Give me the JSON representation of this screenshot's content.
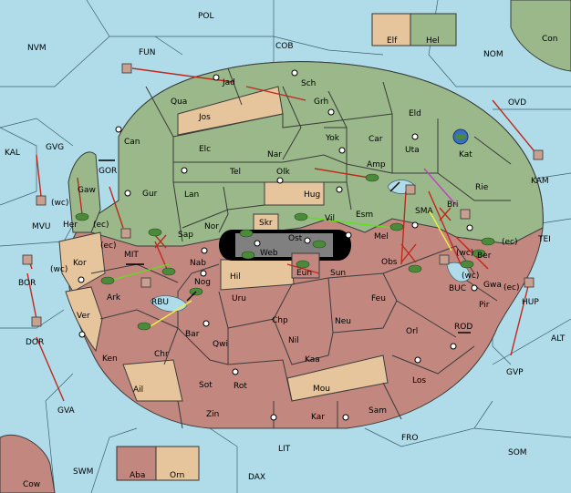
{
  "colors": {
    "sea": "#b0dcea",
    "land_green": "#9ab88a",
    "land_red": "#c2877f",
    "land_tan": "#e6c49c",
    "dark_inner": "#808080",
    "island_red": "#c2877f",
    "order_red": "#c0281c",
    "order_green": "#5ee01c",
    "order_yellow": "#f0f040",
    "order_purple": "#c040c0",
    "border": "#3b3b3b"
  },
  "legend_top": {
    "left": "Elf",
    "right": "Hel"
  },
  "legend_bottom": {
    "left": "Aba",
    "right": "Orn"
  },
  "seas": [
    "POL",
    "NVM",
    "FUN",
    "COB",
    "NOM",
    "Con",
    "KAL",
    "OVD",
    "GVG",
    "KAM",
    "MVU",
    "TEI",
    "BOR",
    "DOR",
    "ALT",
    "GVP",
    "GVA",
    "LIT",
    "FRO",
    "SOM",
    "SWM",
    "DAX",
    "Cow"
  ],
  "land_labels": [
    "Jad",
    "Sch",
    "Qua",
    "Jos",
    "Grh",
    "Eld",
    "Can",
    "Yok",
    "Car",
    "Uta",
    "Kat",
    "Elc",
    "Nar",
    "Amp",
    "Tel",
    "Olk",
    "Gaw",
    "Gur",
    "Lan",
    "Hug",
    "Rie",
    "Her",
    "Nor",
    "Skr",
    "Esm",
    "Vil",
    "Bri",
    "Sap",
    "Ost",
    "Mel",
    "Web",
    "Kor",
    "Nab",
    "Eun",
    "Sun",
    "Obs",
    "Hil",
    "Ark",
    "Nog",
    "Uru",
    "Feu",
    "Orl",
    "Ber",
    "Gwa",
    "Pir",
    "Chp",
    "Neu",
    "Ver",
    "Bar",
    "Qwi",
    "Nil",
    "Ken",
    "Chr",
    "Kaa",
    "Los",
    "Sot",
    "Rot",
    "Mou",
    "Ail",
    "Zin",
    "Kar",
    "Sam"
  ],
  "strait_labels": [
    "GOR",
    "MIT",
    "RBU",
    "SMA",
    "BUC",
    "ROD",
    "HUP"
  ],
  "coast_tags": [
    "(wc)",
    "(ec)",
    "(ec)",
    "(wc)",
    "(wc)",
    "(ec)",
    "(ec)",
    "(wc)"
  ]
}
